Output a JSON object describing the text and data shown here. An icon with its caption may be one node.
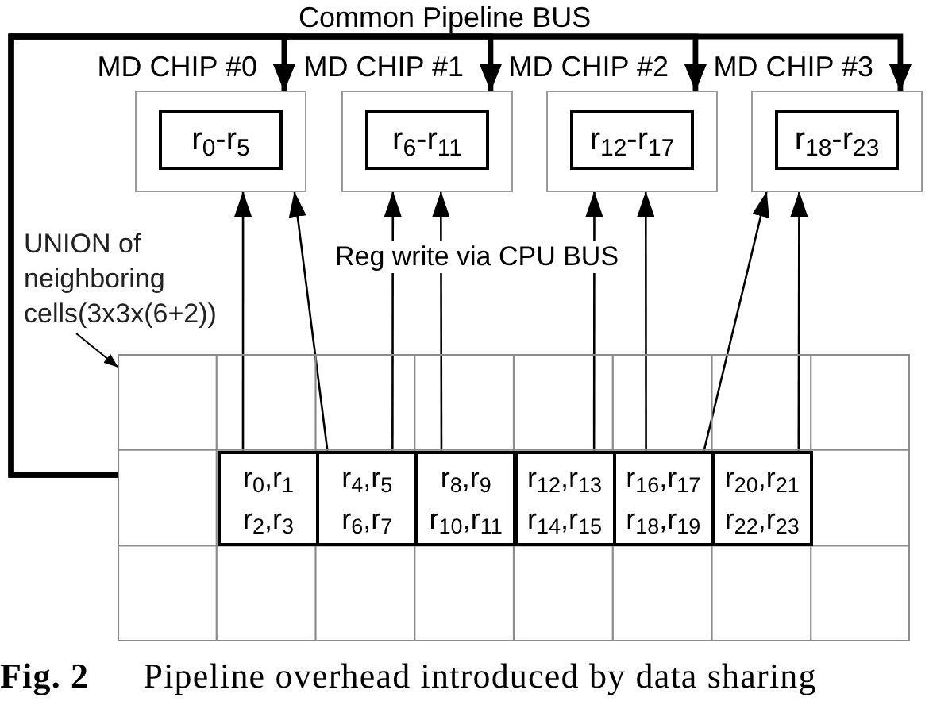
{
  "diagram": {
    "caption": "**Fig. 2** Pipeline overhead introduced by data sharing",
    "nodes": [
      {
        "text": [
          "MD CHIP #0"
        ]
      },
      {
        "text": [
          "r$_{0}$-r$_{5}$"
        ],
        "in": 0
      },
      {
        "text": [
          "MD CHIP #1"
        ]
      },
      {
        "text": [
          "r$_{6}$-r$_{11}$"
        ],
        "in": 2
      },
      {
        "text": [
          "MD CHIP #2"
        ]
      },
      {
        "text": [
          "r$_{12}$-r$_{17}$"
        ],
        "in": 4
      },
      {
        "text": [
          "MD CHIP #3"
        ]
      },
      {
        "text": [
          "r$_{18}$-r$_{23}$"
        ],
        "in": 6
      },
      {
        "text": [
          "UNION of neighboring cells(3x3x(6+2))"
        ]
      },
      {
        "text": [],
        "shape": "grid"
      },
      {
        "text": [
          "r$_{0}$,r$_{1}$",
          "r$_{2}$,r$_{3}$"
        ],
        "in": 9
      },
      {
        "text": [
          "r$_{4}$,r$_{5}$",
          "r$_{6}$,r$_{7}$"
        ],
        "in": 9
      },
      {
        "text": [
          "r$_{8}$,r$_{9}$",
          "r$_{10}$,r$_{11}$"
        ],
        "in": 9
      },
      {
        "text": [
          "r$_{12}$,r$_{13}$",
          "r$_{14}$,r$_{15}$"
        ],
        "in": 9
      },
      {
        "text": [
          "r$_{16}$,r$_{17}$",
          "r$_{18}$,r$_{19}$"
        ],
        "in": 9
      },
      {
        "text": [
          "r$_{20}$,r$_{21}$",
          "r$_{22}$,r$_{23}$"
        ],
        "in": 9
      }
    ],
    "edges": [
      {
        "from": 9,
        "to": 0,
        "arrow": "to",
        "style": "thick"
      },
      {
        "from": 9,
        "to": 2,
        "arrow": "to",
        "style": "thick"
      },
      {
        "from": 9,
        "to": 4,
        "arrow": "to",
        "style": "thick"
      },
      {
        "from": 9,
        "to": 6,
        "arrow": "to",
        "style": "thick"
      },
      {
        "from": 8,
        "to": 9,
        "arrow": "to"
      },
      {
        "from": 10,
        "to": 0,
        "arrow": "to"
      },
      {
        "from": 11,
        "to": 0,
        "arrow": "to"
      },
      {
        "from": 11,
        "to": 2,
        "arrow": "to"
      },
      {
        "from": 12,
        "to": 2,
        "arrow": "to"
      },
      {
        "from": 13,
        "to": 4,
        "arrow": "to"
      },
      {
        "from": 14,
        "to": 4,
        "arrow": "to"
      },
      {
        "from": 14,
        "to": 6,
        "arrow": "to"
      },
      {
        "from": 15,
        "to": 6,
        "arrow": "to"
      }
    ],
    "labels": [
      "Common Pipeline BUS",
      "Reg write via CPU BUS"
    ]
  }
}
